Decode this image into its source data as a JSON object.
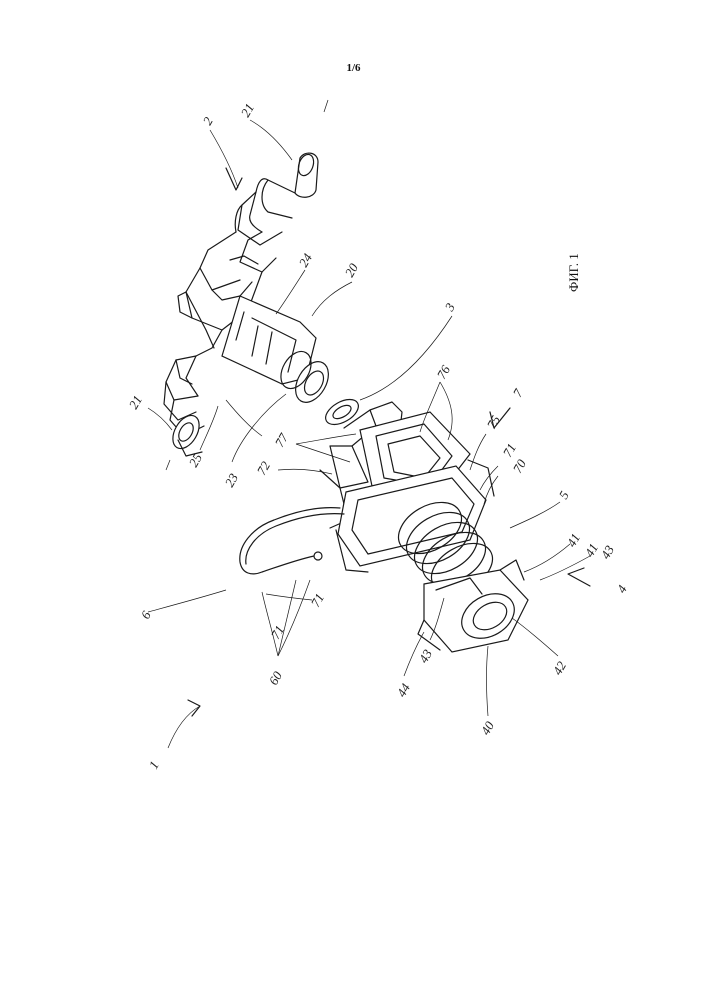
{
  "sheet": {
    "number": "1/6"
  },
  "figure": {
    "caption": "ФИГ. 1"
  },
  "labels": {
    "l1": "1",
    "l2": "2",
    "l3": "3",
    "l4": "4",
    "l5": "5",
    "l6": "6",
    "l7": "7",
    "l20": "20",
    "l21a": "21",
    "l21b": "21",
    "l23": "23",
    "l24": "24",
    "l25": "25",
    "l40": "40",
    "l41a": "41",
    "l41b": "41",
    "l42": "42",
    "l43a": "43",
    "l43b": "43",
    "l44": "44",
    "l60": "60",
    "l70": "70",
    "l71a": "71",
    "l71b": "71",
    "l71c": "71",
    "l72": "72",
    "l75": "75",
    "l76": "76",
    "l77": "77"
  }
}
